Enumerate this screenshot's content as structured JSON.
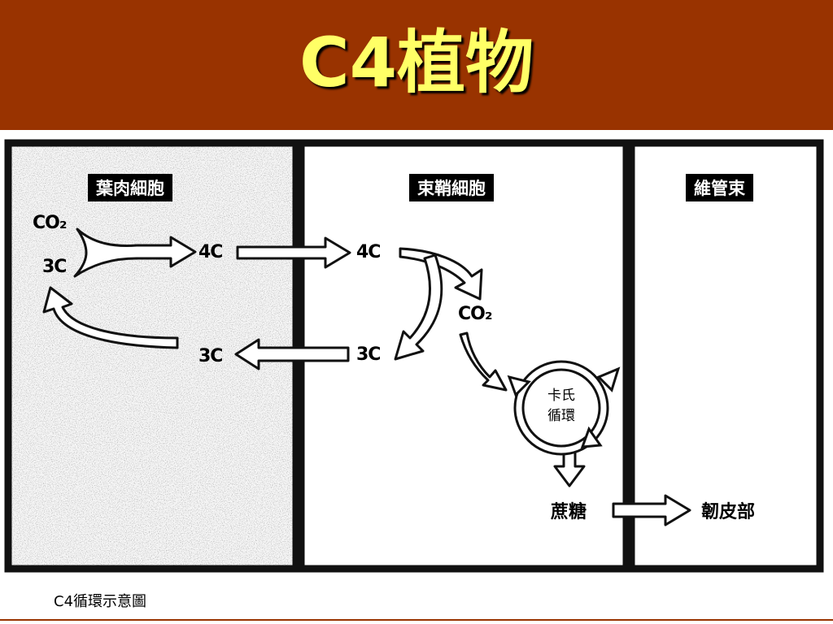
{
  "title": "C4植物",
  "regions": {
    "mesophyll": "葉肉細胞",
    "bundle_sheath": "束鞘細胞",
    "vascular_bundle": "維管束"
  },
  "molecules": {
    "co2_in": "CO₂",
    "three_c_mesophyll": "3C",
    "four_c_mesophyll": "4C",
    "four_c_sheath": "4C",
    "co2_released": "CO₂",
    "three_c_sheath": "3C",
    "three_c_return": "3C"
  },
  "calvin_cycle": {
    "line1": "卡氏",
    "line2": "循環"
  },
  "products": {
    "sucrose": "蔗糖",
    "phloem": "韌皮部"
  },
  "caption": "C4循環示意圖",
  "colors": {
    "title_bar": "#993300",
    "title_text": "#FFFF66"
  }
}
